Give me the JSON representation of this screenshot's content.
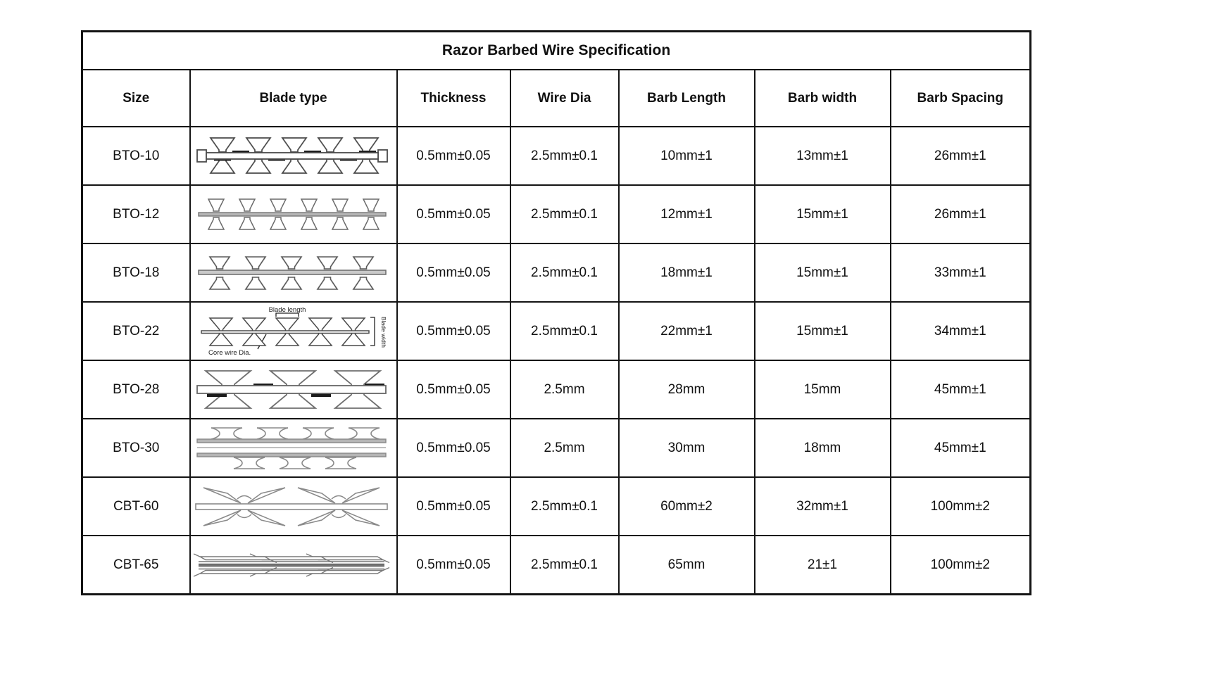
{
  "title": "Razor Barbed Wire Specification",
  "columns": [
    "Size",
    "Blade type",
    "Thickness",
    "Wire Dia",
    "Barb Length",
    "Barb width",
    "Barb Spacing"
  ],
  "rows": [
    {
      "size": "BTO-10",
      "blade_image": "bto-10-razor-profile",
      "thickness": "0.5mm±0.05",
      "wire_dia": "2.5mm±0.1",
      "barb_length": "10mm±1",
      "barb_width": "13mm±1",
      "barb_spacing": "26mm±1"
    },
    {
      "size": "BTO-12",
      "blade_image": "bto-12-razor-profile",
      "thickness": "0.5mm±0.05",
      "wire_dia": "2.5mm±0.1",
      "barb_length": "12mm±1",
      "barb_width": "15mm±1",
      "barb_spacing": "26mm±1"
    },
    {
      "size": "BTO-18",
      "blade_image": "bto-18-razor-profile",
      "thickness": "0.5mm±0.05",
      "wire_dia": "2.5mm±0.1",
      "barb_length": "18mm±1",
      "barb_width": "15mm±1",
      "barb_spacing": "33mm±1"
    },
    {
      "size": "BTO-22",
      "blade_image": "bto-22-razor-profile-annotated",
      "thickness": "0.5mm±0.05",
      "wire_dia": "2.5mm±0.1",
      "barb_length": "22mm±1",
      "barb_width": "15mm±1",
      "barb_spacing": "34mm±1"
    },
    {
      "size": "BTO-28",
      "blade_image": "bto-28-razor-profile",
      "thickness": "0.5mm±0.05",
      "wire_dia": "2.5mm",
      "barb_length": "28mm",
      "barb_width": "15mm",
      "barb_spacing": "45mm±1"
    },
    {
      "size": "BTO-30",
      "blade_image": "bto-30-razor-profile",
      "thickness": "0.5mm±0.05",
      "wire_dia": "2.5mm",
      "barb_length": "30mm",
      "barb_width": "18mm",
      "barb_spacing": "45mm±1"
    },
    {
      "size": "CBT-60",
      "blade_image": "cbt-60-razor-profile",
      "thickness": "0.5mm±0.05",
      "wire_dia": "2.5mm±0.1",
      "barb_length": "60mm±2",
      "barb_width": "32mm±1",
      "barb_spacing": "100mm±2"
    },
    {
      "size": "CBT-65",
      "blade_image": "cbt-65-razor-profile",
      "thickness": "0.5mm±0.05",
      "wire_dia": "2.5mm±0.1",
      "barb_length": "65mm",
      "barb_width": "21±1",
      "barb_spacing": "100mm±2"
    }
  ],
  "diagram_labels": {
    "blade_length": "Blade length",
    "blade_width": "Blade width",
    "core_wire_dia": "Core wire Dia."
  },
  "colors": {
    "border": "#141414",
    "text": "#111111",
    "drawing_dark": "#4a4a4a",
    "drawing_gray": "#8a8a8a",
    "dash": "#1c1c1c"
  }
}
